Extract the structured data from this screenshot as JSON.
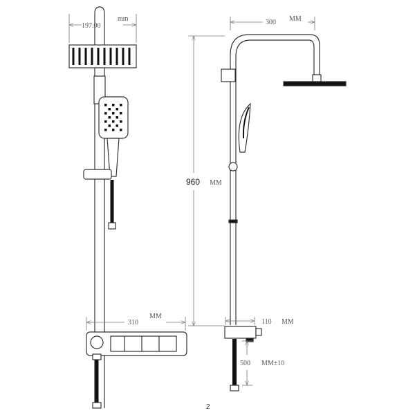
{
  "left_view": {
    "width_label": "197.00",
    "width_unit": "mm",
    "shelf_label": "310",
    "shelf_unit": "MM"
  },
  "right_view": {
    "arm_label": "300",
    "arm_unit": "MM",
    "height_label": "960",
    "height_unit": "MM",
    "base_label": "110",
    "base_unit": "MM",
    "hose_label": "500",
    "hose_unit": "MM±10"
  },
  "page_number": "2",
  "colors": {
    "line": "#333333",
    "dimension": "#777777",
    "fill": "#111111"
  }
}
